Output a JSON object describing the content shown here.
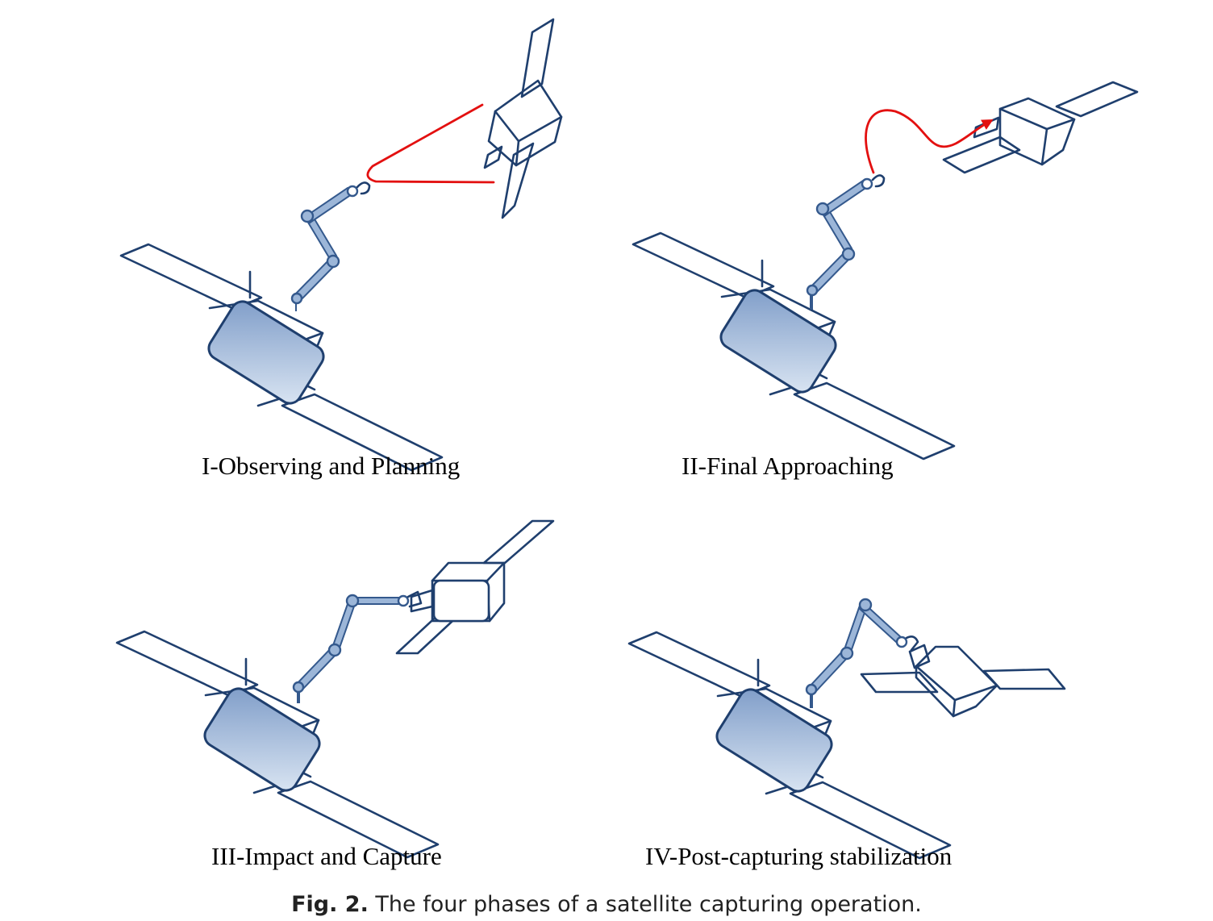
{
  "panels": [
    {
      "label": "I-Observing and Planning"
    },
    {
      "label": "II-Final Approaching"
    },
    {
      "label": "III-Impact and Capture"
    },
    {
      "label": "IV-Post-capturing stabilization"
    }
  ],
  "caption": {
    "prefix": "Fig. 2.",
    "text": " The four phases of a satellite capturing operation."
  },
  "colors": {
    "outline": "#1f3f6e",
    "body_fill_light": "#dbe6f3",
    "body_fill_dark": "#7e9cc8",
    "arm": "#9cb6d8",
    "trajectory": "#e31010"
  }
}
